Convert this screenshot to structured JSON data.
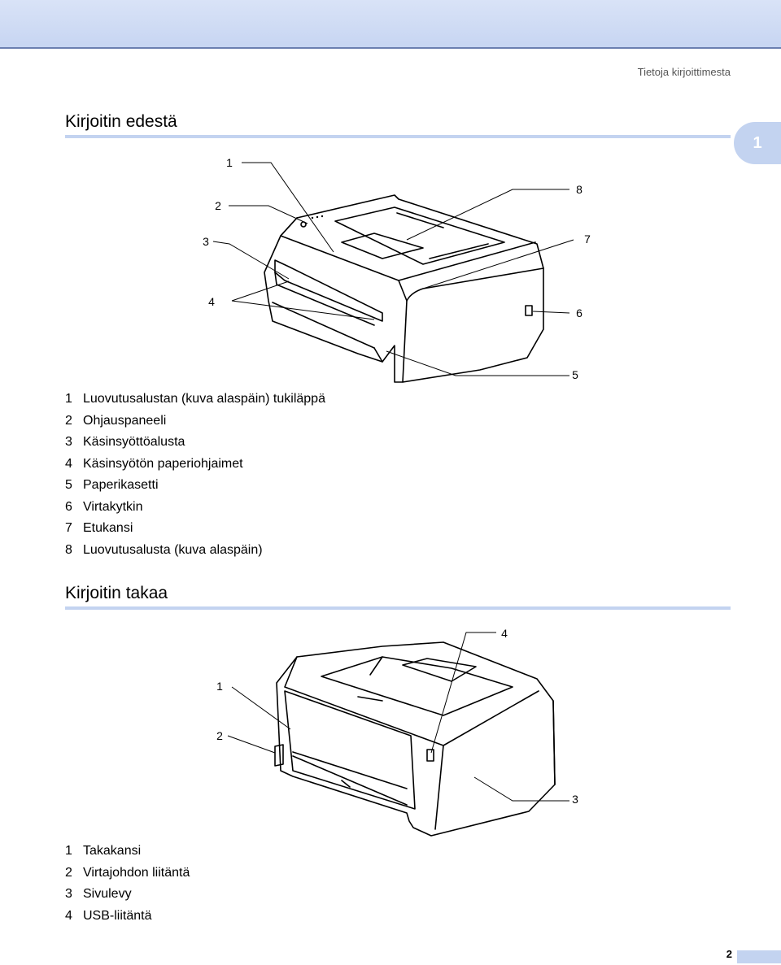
{
  "header": {
    "running_head": "Tietoja kirjoittimesta"
  },
  "chapter_tab": "1",
  "front": {
    "title": "Kirjoitin edestä",
    "callouts": [
      "1",
      "2",
      "3",
      "4",
      "5",
      "6",
      "7",
      "8"
    ],
    "legend": [
      {
        "num": "1",
        "text": "Luovutusalustan (kuva alaspäin) tukiläppä"
      },
      {
        "num": "2",
        "text": "Ohjauspaneeli"
      },
      {
        "num": "3",
        "text": "Käsinsyöttöalusta"
      },
      {
        "num": "4",
        "text": "Käsinsyötön paperiohjaimet"
      },
      {
        "num": "5",
        "text": "Paperikasetti"
      },
      {
        "num": "6",
        "text": "Virtakytkin"
      },
      {
        "num": "7",
        "text": "Etukansi"
      },
      {
        "num": "8",
        "text": "Luovutusalusta (kuva alaspäin)"
      }
    ]
  },
  "back": {
    "title": "Kirjoitin takaa",
    "callouts": [
      "1",
      "2",
      "3",
      "4"
    ],
    "legend": [
      {
        "num": "1",
        "text": "Takakansi"
      },
      {
        "num": "2",
        "text": "Virtajohdon liitäntä"
      },
      {
        "num": "3",
        "text": "Sivulevy"
      },
      {
        "num": "4",
        "text": "USB-liitäntä"
      }
    ]
  },
  "footer": {
    "page_number": "2"
  }
}
